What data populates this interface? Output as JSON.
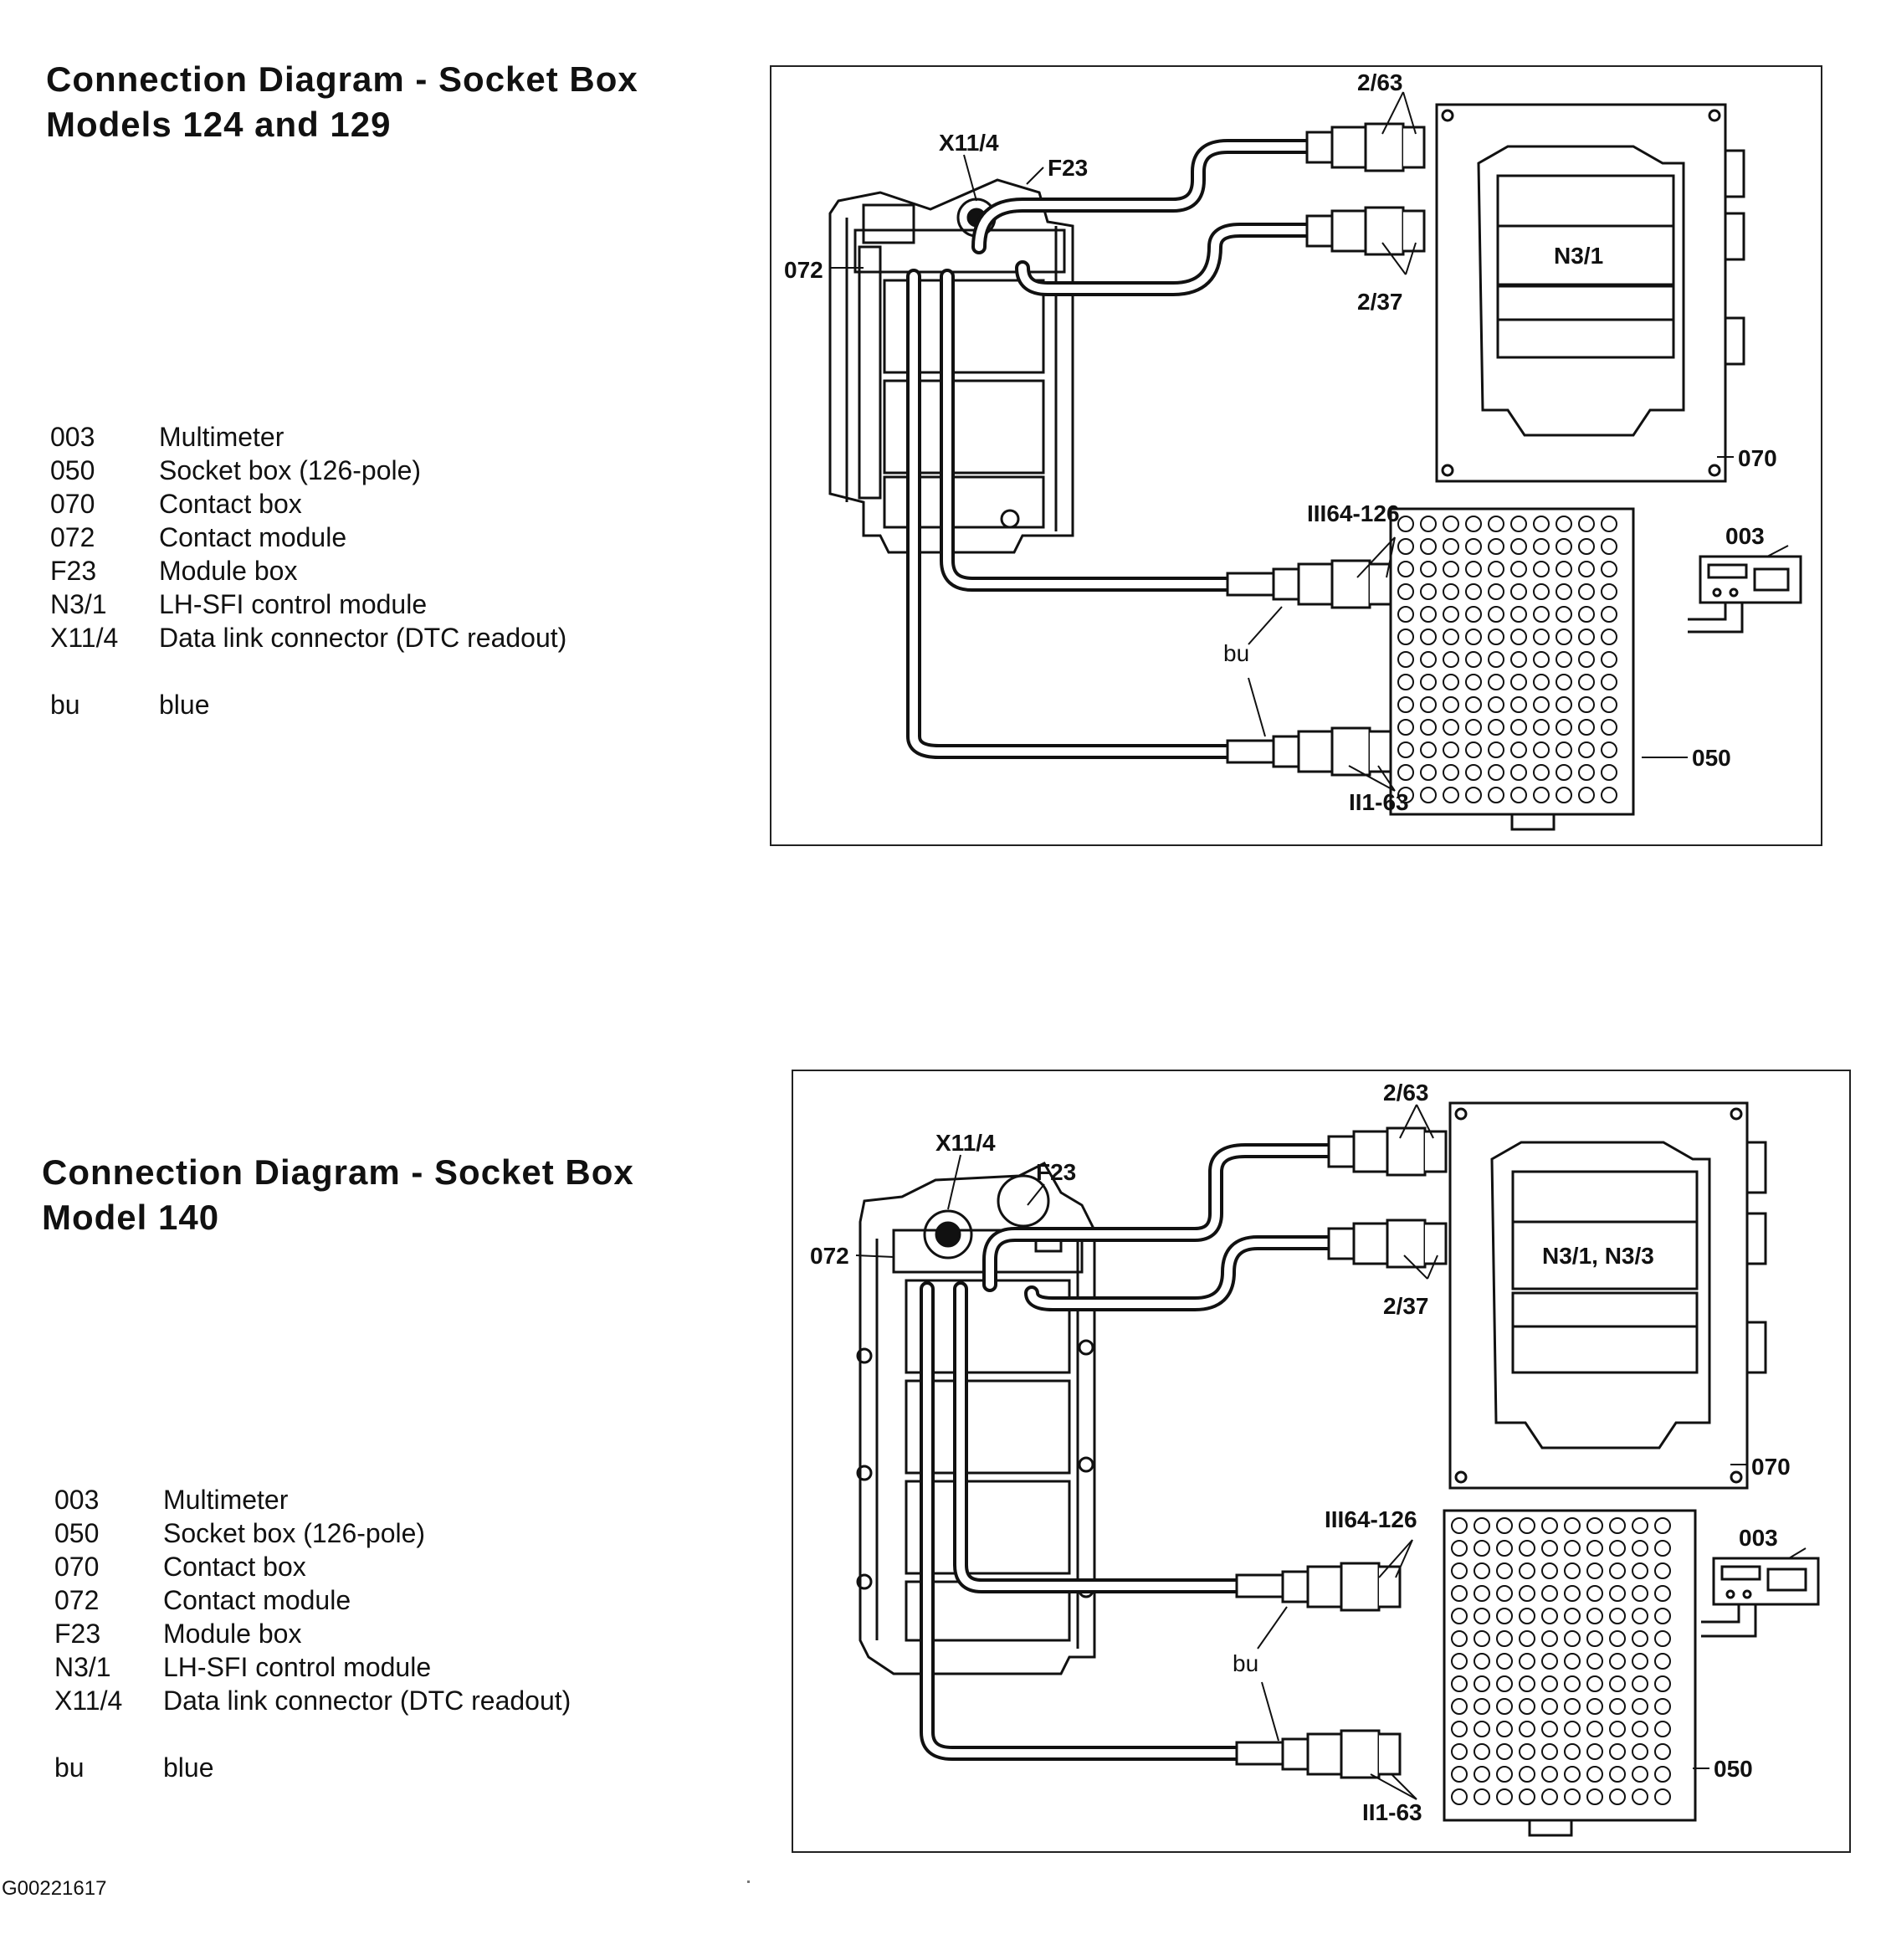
{
  "section1": {
    "title_line1": "Connection Diagram - Socket Box",
    "title_line2": "Models 124 and 129",
    "legend": [
      {
        "code": "003",
        "desc": "Multimeter"
      },
      {
        "code": "050",
        "desc": "Socket box (126-pole)"
      },
      {
        "code": "070",
        "desc": "Contact box"
      },
      {
        "code": "072",
        "desc": "Contact module"
      },
      {
        "code": "F23",
        "desc": "Module box"
      },
      {
        "code": "N3/1",
        "desc": "LH-SFI control module"
      },
      {
        "code": "X11/4",
        "desc": "Data link connector (DTC readout)"
      }
    ],
    "color_key": {
      "code": "bu",
      "desc": "blue"
    },
    "figure_labels": {
      "x11_4": "X11/4",
      "f23": "F23",
      "c072": "072",
      "c2_63": "2/63",
      "c2_37": "2/37",
      "module": "N3/1",
      "c070": "070",
      "c64_126": "III64-126",
      "c003": "003",
      "bu": "bu",
      "c050": "050",
      "c1_63": "II1-63"
    }
  },
  "section2": {
    "title_line1": "Connection Diagram - Socket Box",
    "title_line2": "Model 140",
    "legend": [
      {
        "code": "003",
        "desc": "Multimeter"
      },
      {
        "code": "050",
        "desc": "Socket box (126-pole)"
      },
      {
        "code": "070",
        "desc": "Contact box"
      },
      {
        "code": "072",
        "desc": "Contact module"
      },
      {
        "code": "F23",
        "desc": "Module box"
      },
      {
        "code": "N3/1",
        "desc": "LH-SFI control module"
      },
      {
        "code": "X11/4",
        "desc": "Data link connector (DTC readout)"
      }
    ],
    "color_key": {
      "code": "bu",
      "desc": "blue"
    },
    "figure_labels": {
      "x11_4": "X11/4",
      "f23": "F23",
      "c072": "072",
      "c2_63": "2/63",
      "c2_37": "2/37",
      "module": "N3/1, N3/3",
      "c070": "070",
      "c64_126": "III64-126",
      "c003": "003",
      "bu": "bu",
      "c050": "050",
      "c1_63": "II1-63"
    }
  },
  "footer": {
    "figure_id": "G00221617"
  }
}
